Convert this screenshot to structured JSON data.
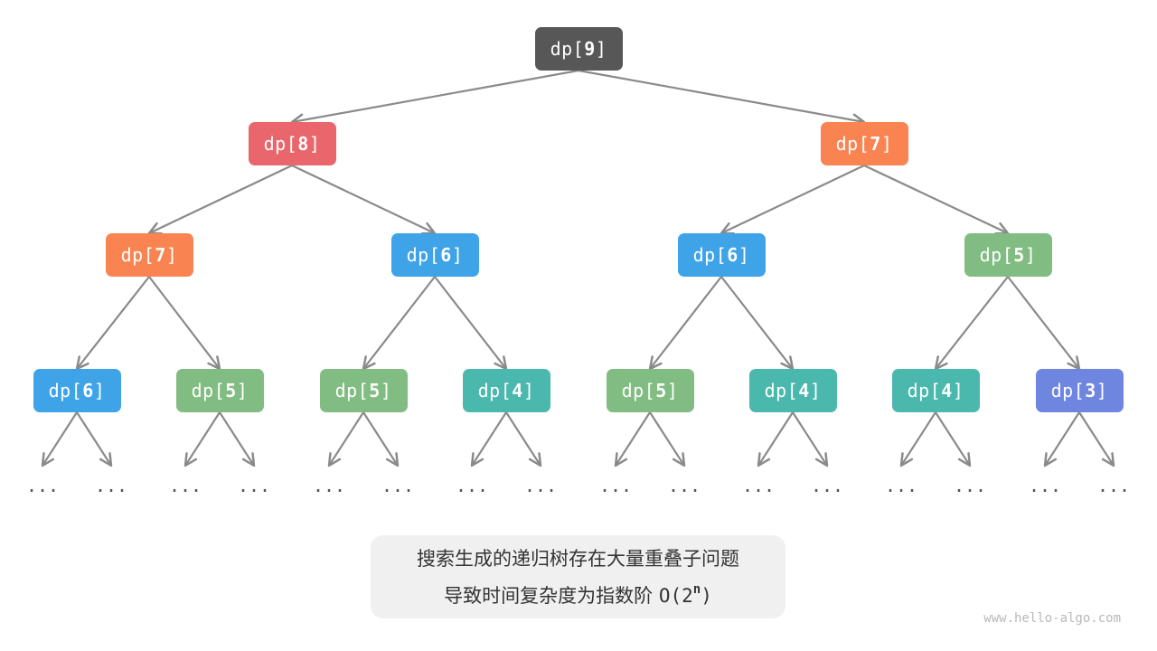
{
  "colors": {
    "9": "#575757",
    "8": "#e9676c",
    "7": "#f98452",
    "6": "#3fa3e8",
    "5": "#81bd82",
    "4": "#4bb8ad",
    "3": "#6e86df",
    "edge": "#8a8a8a"
  },
  "nodes": [
    {
      "id": "n9",
      "label_prefix": "dp[",
      "index": "9",
      "label_suffix": "]",
      "level": 0,
      "slot": 0
    },
    {
      "id": "n8",
      "label_prefix": "dp[",
      "index": "8",
      "label_suffix": "]",
      "level": 1,
      "slot": 0,
      "parent": "n9"
    },
    {
      "id": "n7a",
      "label_prefix": "dp[",
      "index": "7",
      "label_suffix": "]",
      "level": 1,
      "slot": 1,
      "parent": "n9"
    },
    {
      "id": "n7b",
      "label_prefix": "dp[",
      "index": "7",
      "label_suffix": "]",
      "level": 2,
      "slot": 0,
      "parent": "n8"
    },
    {
      "id": "n6a",
      "label_prefix": "dp[",
      "index": "6",
      "label_suffix": "]",
      "level": 2,
      "slot": 1,
      "parent": "n8"
    },
    {
      "id": "n6b",
      "label_prefix": "dp[",
      "index": "6",
      "label_suffix": "]",
      "level": 2,
      "slot": 2,
      "parent": "n7a"
    },
    {
      "id": "n5a",
      "label_prefix": "dp[",
      "index": "5",
      "label_suffix": "]",
      "level": 2,
      "slot": 3,
      "parent": "n7a"
    },
    {
      "id": "n6c",
      "label_prefix": "dp[",
      "index": "6",
      "label_suffix": "]",
      "level": 3,
      "slot": 0,
      "parent": "n7b"
    },
    {
      "id": "n5b",
      "label_prefix": "dp[",
      "index": "5",
      "label_suffix": "]",
      "level": 3,
      "slot": 1,
      "parent": "n7b"
    },
    {
      "id": "n5c",
      "label_prefix": "dp[",
      "index": "5",
      "label_suffix": "]",
      "level": 3,
      "slot": 2,
      "parent": "n6a"
    },
    {
      "id": "n4a",
      "label_prefix": "dp[",
      "index": "4",
      "label_suffix": "]",
      "level": 3,
      "slot": 3,
      "parent": "n6a"
    },
    {
      "id": "n5d",
      "label_prefix": "dp[",
      "index": "5",
      "label_suffix": "]",
      "level": 3,
      "slot": 4,
      "parent": "n6b"
    },
    {
      "id": "n4b",
      "label_prefix": "dp[",
      "index": "4",
      "label_suffix": "]",
      "level": 3,
      "slot": 5,
      "parent": "n6b"
    },
    {
      "id": "n4c",
      "label_prefix": "dp[",
      "index": "4",
      "label_suffix": "]",
      "level": 3,
      "slot": 6,
      "parent": "n5a"
    },
    {
      "id": "n3a",
      "label_prefix": "dp[",
      "index": "3",
      "label_suffix": "]",
      "level": 3,
      "slot": 7,
      "parent": "n5a"
    }
  ],
  "ellipsis_text": "...",
  "caption": {
    "line1": "搜索生成的递归树存在大量重叠子问题",
    "line2_text": "导致时间复杂度为指数阶 ",
    "line2_math": "O(2",
    "line2_exp": "n",
    "line2_close": ")"
  },
  "watermark": "www.hello-algo.com"
}
